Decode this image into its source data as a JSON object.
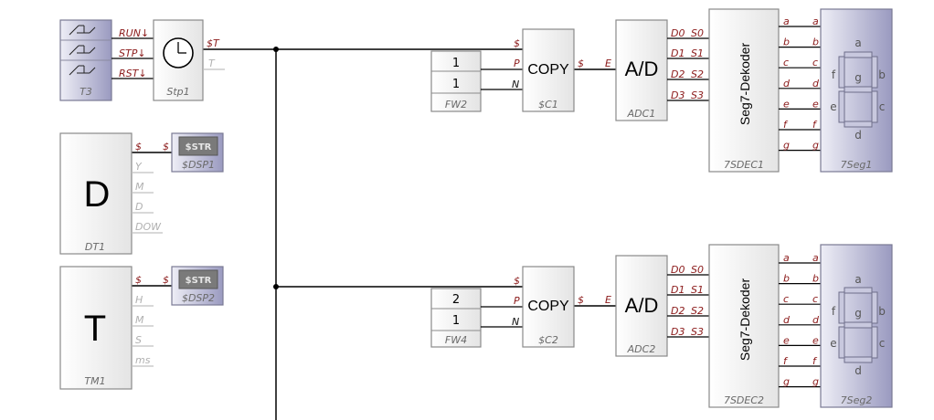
{
  "stp1": {
    "name": "Stp1",
    "out_t": "$T",
    "out_t2": "T"
  },
  "t3": {
    "name": "T3",
    "run": "RUN↓",
    "stp": "STP↓",
    "rst": "RST↓"
  },
  "dt1": {
    "name": "DT1",
    "title": "D",
    "outs": [
      "$",
      "Y",
      "M",
      "D",
      "DOW"
    ]
  },
  "tm1": {
    "name": "TM1",
    "title": "T",
    "outs": [
      "$",
      "H",
      "M",
      "S",
      "ms"
    ]
  },
  "dsp1": {
    "name": "$DSP1",
    "in": "$",
    "display": "$STR"
  },
  "dsp2": {
    "name": "$DSP2",
    "in": "$",
    "display": "$STR"
  },
  "fw2": {
    "name": "FW2",
    "v1": "1",
    "v2": "1"
  },
  "fw4": {
    "name": "FW4",
    "v1": "2",
    "v2": "1"
  },
  "c1": {
    "name": "$C1",
    "title": "COPY",
    "ins": [
      "$",
      "P",
      "N"
    ],
    "out": "$"
  },
  "c2": {
    "name": "$C2",
    "title": "COPY",
    "ins": [
      "$",
      "P",
      "N"
    ],
    "out": "$"
  },
  "adc1": {
    "name": "ADC1",
    "title": "A/D",
    "in": "E",
    "outs": [
      "D0",
      "D1",
      "D2",
      "D3"
    ]
  },
  "adc2": {
    "name": "ADC2",
    "title": "A/D",
    "in": "E",
    "outs": [
      "D0",
      "D1",
      "D2",
      "D3"
    ]
  },
  "dec1": {
    "name": "7SDEC1",
    "title": "Seg7-Dekoder",
    "ins": [
      "S0",
      "S1",
      "S2",
      "S3"
    ],
    "outs": [
      "a",
      "b",
      "c",
      "d",
      "e",
      "f",
      "g"
    ]
  },
  "dec2": {
    "name": "7SDEC2",
    "title": "Seg7-Dekoder",
    "ins": [
      "S0",
      "S1",
      "S2",
      "S3"
    ],
    "outs": [
      "a",
      "b",
      "c",
      "d",
      "e",
      "f",
      "g"
    ]
  },
  "seg1": {
    "name": "7Seg1",
    "ins": [
      "a",
      "b",
      "c",
      "d",
      "e",
      "f",
      "g"
    ],
    "labels": {
      "a": "a",
      "b": "b",
      "c": "c",
      "d": "d",
      "e": "e",
      "f": "f",
      "g": "g"
    }
  },
  "seg2": {
    "name": "7Seg2",
    "ins": [
      "a",
      "b",
      "c",
      "d",
      "e",
      "f",
      "g"
    ],
    "labels": {
      "a": "a",
      "b": "b",
      "c": "c",
      "d": "d",
      "e": "e",
      "f": "f",
      "g": "g"
    }
  },
  "colors": {
    "wire": "#000000",
    "label_red": "#8b1a1a",
    "label_gray": "#b0b0b0",
    "block_gray": "#eeeeee",
    "block_purple": "#9a9ac4"
  }
}
